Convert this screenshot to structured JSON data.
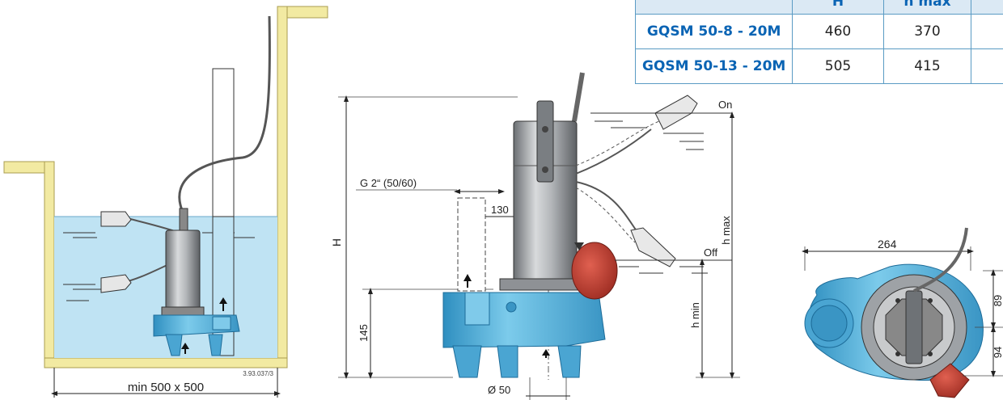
{
  "table": {
    "headers": [
      "",
      "H",
      "h max"
    ],
    "rows": [
      {
        "model": "GQSM 50-8 - 20M",
        "H": "460",
        "h_max": "370"
      },
      {
        "model": "GQSM 50-13 - 20M",
        "H": "505",
        "h_max": "415"
      }
    ]
  },
  "installation": {
    "dim_label": "min 500 x 500",
    "ref_code": "3.93.037/3"
  },
  "side_view": {
    "outlet_label": "G 2“ (50/60)",
    "dim_130": "130",
    "dim_145": "145",
    "H_label": "H",
    "h_max_label": "h max",
    "h_min_label": "h min",
    "on_label": "On",
    "off_label": "Off",
    "dia_label": "Ø 50"
  },
  "top_view": {
    "width_label": "264",
    "dim_89": "89",
    "dim_94": "94"
  },
  "colors": {
    "pump_blue": "#5cb8e0",
    "water": "#bfe3f3",
    "pit_wall": "#f2eaa2",
    "float_red": "#c0392b",
    "table_header": "#dbe9f4",
    "model_text": "#0a64b4"
  }
}
